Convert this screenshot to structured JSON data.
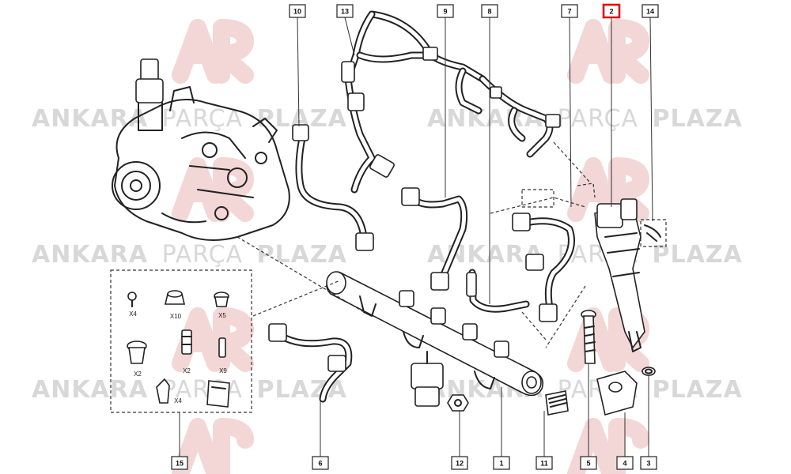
{
  "watermark": {
    "brand_bold": "ANKARA",
    "brand_light": "PARÇA",
    "brand_end": "PLAZA"
  },
  "callouts": [
    {
      "id": "c10",
      "label": "10"
    },
    {
      "id": "c13",
      "label": "13"
    },
    {
      "id": "c9",
      "label": "9"
    },
    {
      "id": "c8",
      "label": "8"
    },
    {
      "id": "c7",
      "label": "7"
    },
    {
      "id": "c2",
      "label": "2",
      "highlighted": true
    },
    {
      "id": "c14",
      "label": "14"
    },
    {
      "id": "c15",
      "label": "15"
    },
    {
      "id": "c6",
      "label": "6"
    },
    {
      "id": "c12",
      "label": "12"
    },
    {
      "id": "c1",
      "label": "1"
    },
    {
      "id": "c11",
      "label": "11"
    },
    {
      "id": "c5",
      "label": "5"
    },
    {
      "id": "c4",
      "label": "4"
    },
    {
      "id": "c3",
      "label": "3"
    }
  ],
  "kit_quantities": [
    "X4",
    "X10",
    "X5",
    "X2",
    "X2",
    "X9",
    "X4"
  ],
  "colors": {
    "highlight": "#e01010",
    "line": "#222222",
    "watermark": "#d8d8d8",
    "logo": "#f3d6d6"
  }
}
